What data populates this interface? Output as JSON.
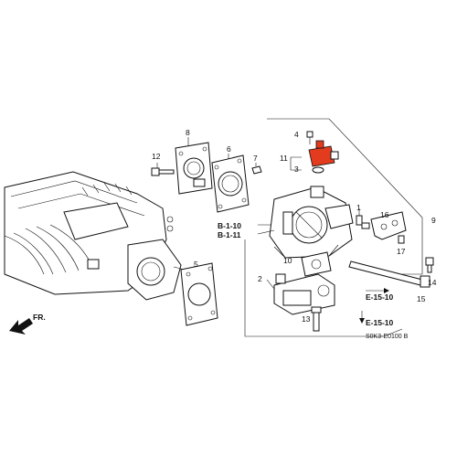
{
  "callouts": [
    {
      "id": "c1",
      "text": "1"
    },
    {
      "id": "c2",
      "text": "2"
    },
    {
      "id": "c3",
      "text": "3"
    },
    {
      "id": "c4",
      "text": "4"
    },
    {
      "id": "c5",
      "text": "5"
    },
    {
      "id": "c6",
      "text": "6"
    },
    {
      "id": "c7",
      "text": "7"
    },
    {
      "id": "c8",
      "text": "8"
    },
    {
      "id": "c9",
      "text": "9"
    },
    {
      "id": "c10",
      "text": "10"
    },
    {
      "id": "c11",
      "text": "11"
    },
    {
      "id": "c12",
      "text": "12"
    },
    {
      "id": "c13",
      "text": "13"
    },
    {
      "id": "c14",
      "text": "14"
    },
    {
      "id": "c15",
      "text": "15"
    },
    {
      "id": "c16",
      "text": "16"
    },
    {
      "id": "c17",
      "text": "17"
    }
  ],
  "references": [
    {
      "id": "r1",
      "text": "B-1-10"
    },
    {
      "id": "r2",
      "text": "B-1-11"
    },
    {
      "id": "r3",
      "text": "E-15-10"
    },
    {
      "id": "r4",
      "text": "E-15-10"
    }
  ],
  "direction_label": "FR.",
  "diagram_code": "S0K3-E0100",
  "diagram_code_suffix": "B",
  "colors": {
    "line": "#111111",
    "highlight": "#e23b1e",
    "background": "#ffffff"
  }
}
